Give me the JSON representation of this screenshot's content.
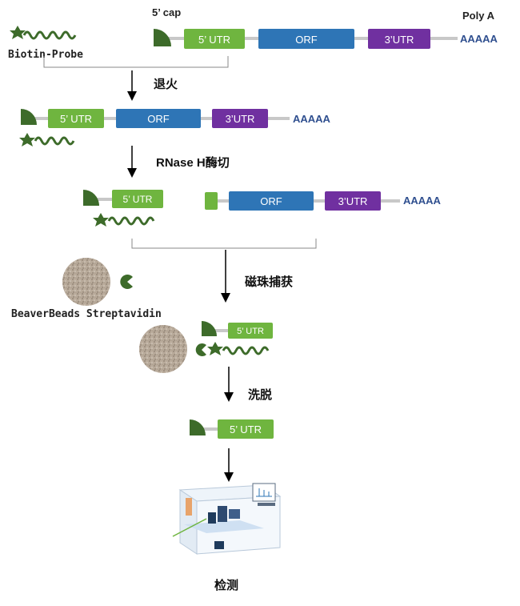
{
  "colors": {
    "utr5": "#6fb53f",
    "orf": "#2e75b6",
    "utr3": "#7030a0",
    "polya_text": "#2f4f8f",
    "strand": "#c8c8c8",
    "cap": "#3d6b2a",
    "probe": "#3d6b2a",
    "arrow": "#000000",
    "bracket": "#8a8a8a",
    "bead": "#b8aa9a"
  },
  "labels": {
    "cap": "5’ cap",
    "polya_label": "Poly A",
    "probe": "Biotin-Probe",
    "beads": "BeaverBeads Streptavidin",
    "utr5": "5’ UTR",
    "orf": "ORF",
    "utr3": "3’UTR",
    "polya_seq": "AAAAA"
  },
  "steps": {
    "anneal": "退火",
    "rnase": "RNase H酶切",
    "capture": "磁珠捕获",
    "elute": "洗脱",
    "detect": "检测"
  }
}
